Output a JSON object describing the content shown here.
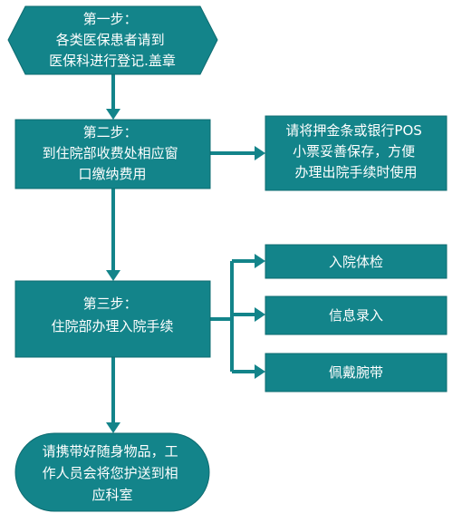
{
  "steps": {
    "step1": {
      "lines": [
        "第一步：",
        "各类医保患者请到",
        "医保科进行登记.盖章"
      ]
    },
    "step2": {
      "lines": [
        "第二步：",
        "到住院部收费处相应窗",
        "口缴纳费用"
      ]
    },
    "step3": {
      "lines": [
        "第三步：",
        "住院部办理入院手续"
      ]
    },
    "final": {
      "lines": [
        "请携带好随身物品，工",
        "作人员会将您护送到相",
        "应科室"
      ]
    }
  },
  "side_notes": {
    "deposit_note": {
      "lines": [
        "请将押金条或银行POS",
        "小票妥善保存，方便",
        "办理出院手续时使用"
      ]
    }
  },
  "sub_items": [
    {
      "label": "入院体检"
    },
    {
      "label": "信息录入"
    },
    {
      "label": "佩戴腕带"
    }
  ],
  "colors": {
    "box_fill": "#13848a",
    "text": "#ffffff",
    "connector": "#13848a"
  }
}
